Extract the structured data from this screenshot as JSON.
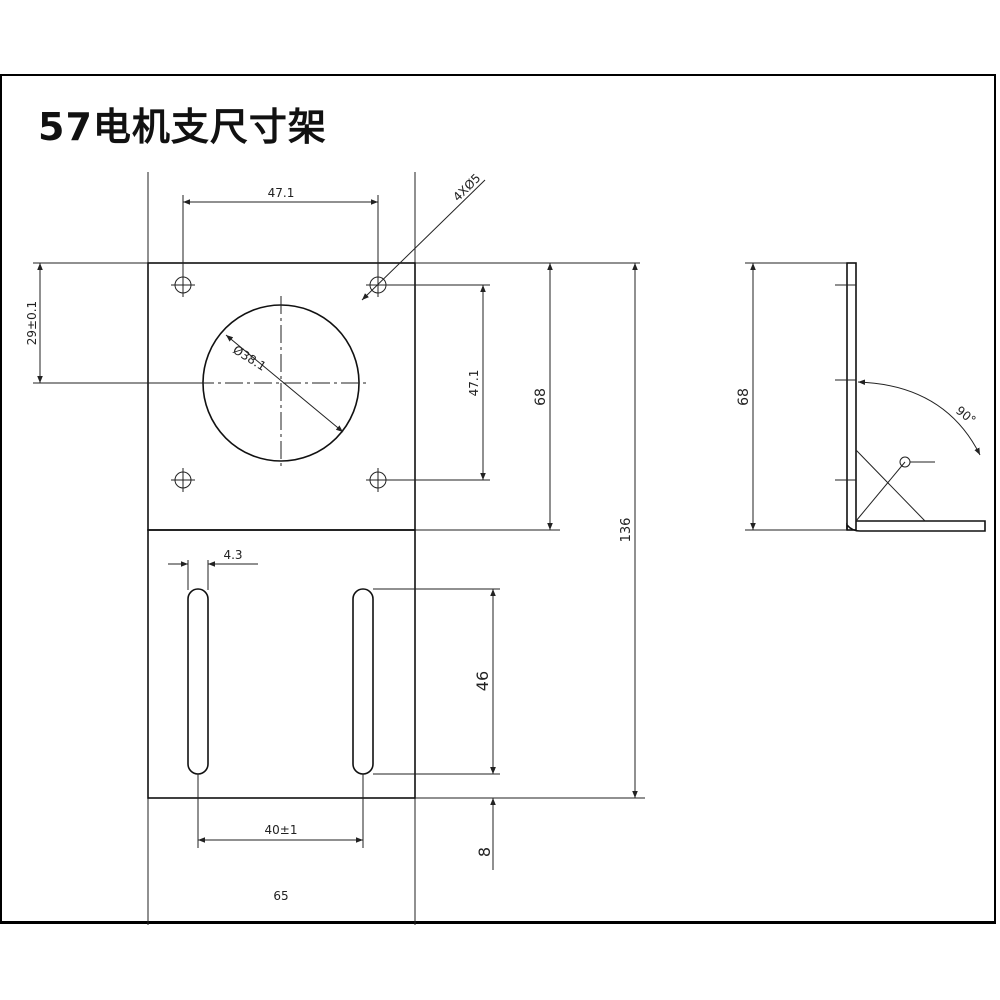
{
  "title": "57电机支尺寸架",
  "dimensions": {
    "hole_spacing_h": "47.1",
    "hole_spacing_v": "47.1",
    "hole_spec": "4XØ5",
    "center_offset": "29±0.1",
    "bore_diameter": "Ø38.1",
    "plate_height": "68",
    "total_height": "136",
    "slot_width": "4.3",
    "slot_length": "46",
    "slot_spacing": "40±1",
    "slot_bottom_offset": "8",
    "width": "65",
    "side_height": "68",
    "angle": "90°"
  },
  "colors": {
    "line": "#222222",
    "background": "#ffffff"
  }
}
